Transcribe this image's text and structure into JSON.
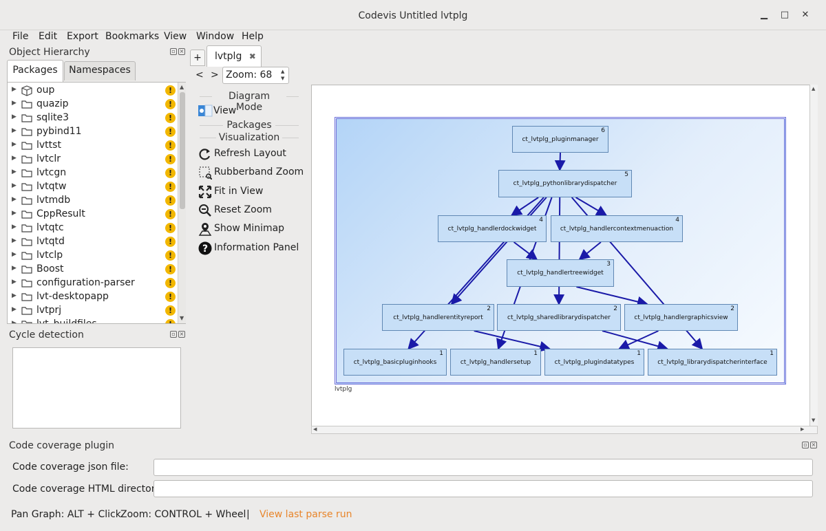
{
  "window": {
    "title": "Codevis Untitled lvtplg",
    "minimize": "▁",
    "maximize": "□",
    "close": "✕"
  },
  "menu": [
    "File",
    "Edit",
    "Export",
    "Bookmarks",
    "View",
    "Window",
    "Help"
  ],
  "object_hierarchy": {
    "title": "Object Hierarchy",
    "tabs": [
      "Packages",
      "Namespaces"
    ],
    "active_tab": "Packages",
    "items": [
      {
        "label": "oup",
        "icon": "package-icon"
      },
      {
        "label": "quazip",
        "icon": "folder-icon"
      },
      {
        "label": "sqlite3",
        "icon": "folder-icon"
      },
      {
        "label": "pybind11",
        "icon": "folder-icon"
      },
      {
        "label": "lvttst",
        "icon": "folder-icon"
      },
      {
        "label": "lvtclr",
        "icon": "folder-icon"
      },
      {
        "label": "lvtcgn",
        "icon": "folder-icon"
      },
      {
        "label": "lvtqtw",
        "icon": "folder-icon"
      },
      {
        "label": "lvtmdb",
        "icon": "folder-icon"
      },
      {
        "label": "CppResult",
        "icon": "folder-icon"
      },
      {
        "label": "lvtqtc",
        "icon": "folder-icon"
      },
      {
        "label": "lvtqtd",
        "icon": "folder-icon"
      },
      {
        "label": "lvtclp",
        "icon": "folder-icon"
      },
      {
        "label": "Boost",
        "icon": "folder-icon"
      },
      {
        "label": "configuration-parser",
        "icon": "folder-icon"
      },
      {
        "label": "lvt-desktopapp",
        "icon": "folder-icon"
      },
      {
        "label": "lvtprj",
        "icon": "folder-icon"
      },
      {
        "label": "lvt_buildfiles",
        "icon": "folder-icon"
      }
    ],
    "warning_glyph": "!"
  },
  "cycle_detection": {
    "title": "Cycle detection"
  },
  "doc_tabs": {
    "add_label": "+",
    "active": "lvtplg",
    "close_glyph": "✖"
  },
  "navigation": {
    "back": "<",
    "forward": ">",
    "zoom_value": "Zoom: 68"
  },
  "side_tools": {
    "diagram_mode_header": "Diagram Mode",
    "view_label": "View",
    "packages_header": "Packages",
    "visualization_header": "Visualization",
    "actions": [
      {
        "label": "Refresh Layout",
        "icon": "refresh-icon"
      },
      {
        "label": "Rubberband Zoom",
        "icon": "rubberband-zoom-icon"
      },
      {
        "label": "Fit in View",
        "icon": "fit-in-view-icon"
      },
      {
        "label": "Reset Zoom",
        "icon": "zoom-out-icon"
      },
      {
        "label": "Show Minimap",
        "icon": "map-pin-icon"
      },
      {
        "label": "Information Panel",
        "icon": "question-icon"
      }
    ]
  },
  "diagram": {
    "package_label": "lvtplg",
    "nodes": [
      {
        "id": "pluginmanager",
        "label": "ct_lvtplg_pluginmanager",
        "level": "6"
      },
      {
        "id": "pythonlibrarydispatcher",
        "label": "ct_lvtplg_pythonlibrarydispatcher",
        "level": "5"
      },
      {
        "id": "handlerdockwidget",
        "label": "ct_lvtplg_handlerdockwidget",
        "level": "4"
      },
      {
        "id": "handlercontextmenuaction",
        "label": "ct_lvtplg_handlercontextmenuaction",
        "level": "4"
      },
      {
        "id": "handlertreewidget",
        "label": "ct_lvtplg_handlertreewidget",
        "level": "3"
      },
      {
        "id": "handlerentityreport",
        "label": "ct_lvtplg_handlerentityreport",
        "level": "2"
      },
      {
        "id": "sharedlibrarydispatcher",
        "label": "ct_lvtplg_sharedlibrarydispatcher",
        "level": "2"
      },
      {
        "id": "handlergraphicsview",
        "label": "ct_lvtplg_handlergraphicsview",
        "level": "2"
      },
      {
        "id": "basicpluginhooks",
        "label": "ct_lvtplg_basicpluginhooks",
        "level": "1"
      },
      {
        "id": "handlersetup",
        "label": "ct_lvtplg_handlersetup",
        "level": "1"
      },
      {
        "id": "plugindatatypes",
        "label": "ct_lvtplg_plugindatatypes",
        "level": "1"
      },
      {
        "id": "librarydispatcherinterface",
        "label": "ct_lvtplg_librarydispatcherinterface",
        "level": "1"
      }
    ],
    "edges": [
      [
        "pluginmanager",
        "pythonlibrarydispatcher"
      ],
      [
        "pythonlibrarydispatcher",
        "handlerdockwidget"
      ],
      [
        "pythonlibrarydispatcher",
        "handlercontextmenuaction"
      ],
      [
        "pythonlibrarydispatcher",
        "sharedlibrarydispatcher"
      ],
      [
        "pythonlibrarydispatcher",
        "handlerentityreport"
      ],
      [
        "pythonlibrarydispatcher",
        "basicpluginhooks"
      ],
      [
        "pythonlibrarydispatcher",
        "handlersetup"
      ],
      [
        "pythonlibrarydispatcher",
        "librarydispatcherinterface"
      ],
      [
        "handlerdockwidget",
        "handlertreewidget"
      ],
      [
        "handlercontextmenuaction",
        "handlertreewidget"
      ],
      [
        "handlertreewidget",
        "handlergraphicsview"
      ],
      [
        "handlerentityreport",
        "plugindatatypes"
      ],
      [
        "sharedlibrarydispatcher",
        "librarydispatcherinterface"
      ],
      [
        "handlergraphicsview",
        "plugindatatypes"
      ]
    ],
    "accent": "#1a1aa8",
    "node_fill": "#c7dff7",
    "frame_color": "#6f6fd9"
  },
  "coverage_plugin": {
    "title": "Code coverage plugin",
    "json_label": "Code coverage json file:",
    "json_value": "",
    "html_label": "Code coverage HTML directory:",
    "html_value": ""
  },
  "status": {
    "pan_hint": "Pan Graph: ALT + Click",
    "zoom_hint": "Zoom: CONTROL + Wheel",
    "separator": "|",
    "parse_link": "View last parse run",
    "link_color": "#e8852b"
  }
}
